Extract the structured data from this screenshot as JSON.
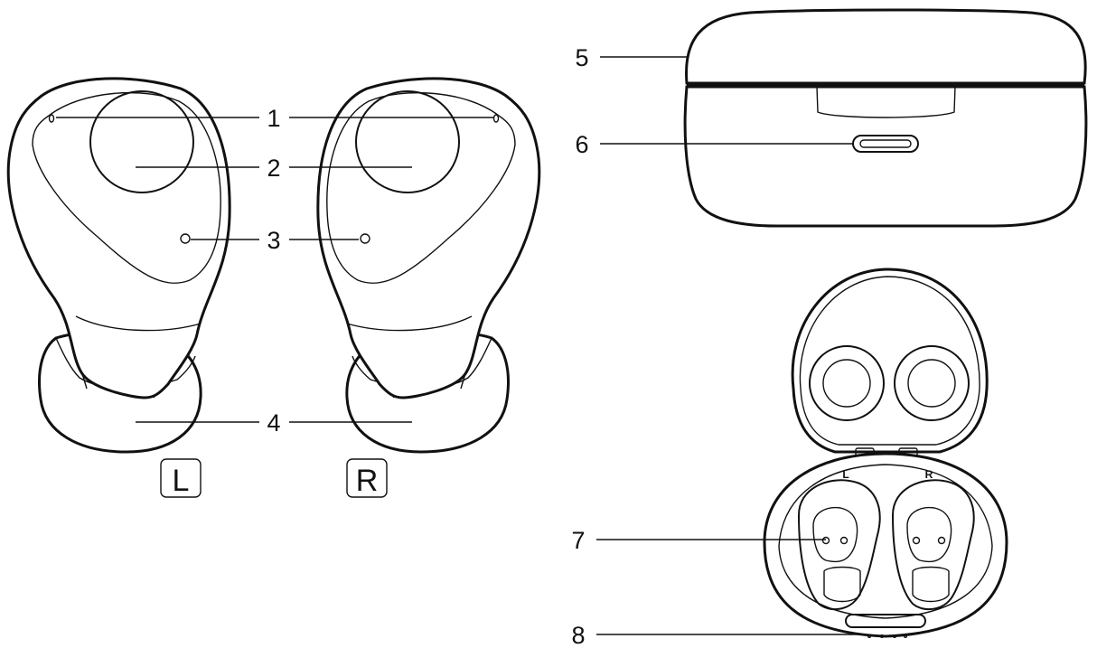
{
  "callouts": {
    "c1": "1",
    "c2": "2",
    "c3": "3",
    "c4": "4",
    "c5": "5",
    "c6": "6",
    "c7": "7",
    "c8": "8"
  },
  "earbud_labels": {
    "left": "L",
    "right": "R"
  },
  "case_slot_labels": {
    "left": "L",
    "right": "R"
  },
  "colors": {
    "line": "#111111",
    "background": "#ffffff"
  }
}
